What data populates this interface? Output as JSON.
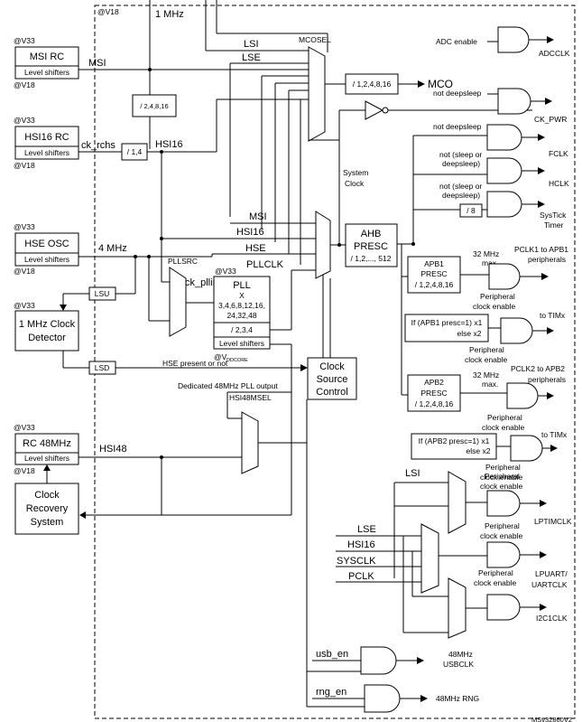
{
  "blocks": {
    "msi_rc": "MSI RC",
    "hsi16_rc": "HSI16 RC",
    "hse_osc": "HSE OSC",
    "clock_detector_line1": "1 MHz Clock",
    "clock_detector_line2": "Detector",
    "rc48": "RC 48MHz",
    "clock_recovery_line1": "Clock",
    "clock_recovery_line2": "Recovery",
    "clock_recovery_line3": "System",
    "level_shifters": "Level shifters",
    "pll": "PLL",
    "pll_mult_line1": "X",
    "pll_mult_line2": "3,4,6,8,12,16,",
    "pll_mult_line3": "24,32,48",
    "pll_div": "/ 2,3,4",
    "ahb_line1": "AHB",
    "ahb_line2": "PRESC",
    "ahb_line3": "/ 1,2,..., 512",
    "apb1_line1": "APB1",
    "apb1_line2": "PRESC",
    "apb1_line3": "/ 1,2,4,8,16",
    "apb2_line1": "APB2",
    "apb2_line2": "PRESC",
    "apb2_line3": "/ 1,2,4,8,16",
    "clock_source_line1": "Clock",
    "clock_source_line2": "Source",
    "clock_source_line3": "Control",
    "mco_div": "/ 1,2,4,8,16",
    "msi_div": "/ 2,4,8,16",
    "hsi_div4": "/ 1,4",
    "systick_div8": "/ 8",
    "lsu": "LSU",
    "lsd": "LSD"
  },
  "domains": {
    "v18": "@V18",
    "v33": "@V33",
    "vddcore": "@V",
    "vddcore_sub": "DDCORE"
  },
  "signals": {
    "one_mhz": "1 MHz",
    "msi": "MSI",
    "lsi": "LSI",
    "lse": "LSE",
    "mcosel": "MCOSEL",
    "mco": "MCO",
    "ck_rchs": "ck_rchs",
    "hsi16": "HSI16",
    "four_mhz": "4 MHz",
    "pllsrc": "PLLSRC",
    "ck_pllin": "ck_pllin",
    "hse": "HSE",
    "pllclk": "PLLCLK",
    "system_clock_line1": "System",
    "system_clock_line2": "Clock",
    "hse_present": "HSE present or not",
    "dedicated_48": "Dedicated 48MHz PLL output",
    "hsi48msel": "HSI48MSEL",
    "hsi48": "HSI48",
    "sysclk": "SYSCLK",
    "pclk": "PCLK",
    "usb_en": "usb_en",
    "rng_en": "rng_en",
    "mhz32_line1": "32 MHz",
    "mhz32_line2": "max.",
    "timx_mult_apb1_line1": "If (APB1 presc=1) x1",
    "timx_mult_apb1_line2": "else x2",
    "timx_mult_apb2_line1": "If (APB2 presc=1) x1",
    "timx_mult_apb2_line2": "else x2"
  },
  "gate_inputs": {
    "adc_enable": "ADC enable",
    "not_deepsleep": "not deepsleep",
    "not_sleep_line1": "not (sleep or",
    "not_sleep_line2": "deepsleep)",
    "periph_enable_line1": "Peripheral",
    "periph_enable_line2": "clock enable"
  },
  "outputs": {
    "adcclk": "ADCCLK",
    "ck_pwr": "CK_PWR",
    "fclk": "FCLK",
    "hclk": "HCLK",
    "systick_line1": "SysTick",
    "systick_line2": "Timer",
    "pclk1_line1": "PCLK1 to APB1",
    "pclk1_line2": "peripherals",
    "to_timx": "to TIMx",
    "pclk2_line1": "PCLK2 to APB2",
    "pclk2_line2": "peripherals",
    "lptimclk": "LPTIMCLK",
    "lpuart_line1": "LPUART/",
    "lpuart_line2": "UARTCLK",
    "i2c1clk": "I2C1CLK",
    "usbclk_line1": "48MHz",
    "usbclk_line2": "USBCLK",
    "rng": "48MHz RNG"
  },
  "footer": {
    "doc_id": "MSv32860V2"
  }
}
